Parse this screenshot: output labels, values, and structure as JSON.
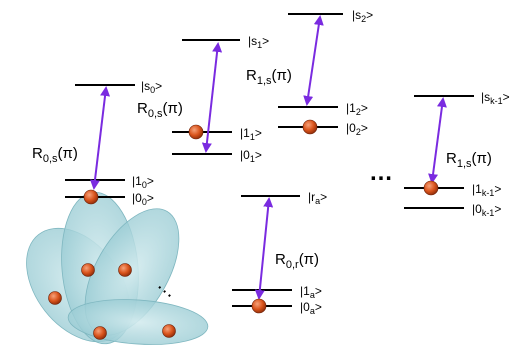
{
  "levels": {
    "s0": {
      "name": "s",
      "sub": "0"
    },
    "one0": {
      "name": "1",
      "sub": "0"
    },
    "zero0": {
      "name": "0",
      "sub": "0"
    },
    "s1": {
      "name": "s",
      "sub": "1"
    },
    "one1": {
      "name": "1",
      "sub": "1"
    },
    "zero1": {
      "name": "0",
      "sub": "1"
    },
    "s2": {
      "name": "s",
      "sub": "2"
    },
    "one2": {
      "name": "1",
      "sub": "2"
    },
    "zero2": {
      "name": "0",
      "sub": "2"
    },
    "ra": {
      "name": "r",
      "sub": "a"
    },
    "one_a": {
      "name": "1",
      "sub": "a"
    },
    "zero_a": {
      "name": "0",
      "sub": "a"
    },
    "sk1": {
      "name": "s",
      "sub": "k-1"
    },
    "one_k1": {
      "name": "1",
      "sub": "k-1"
    },
    "zero_k1": {
      "name": "0",
      "sub": "k-1"
    }
  },
  "operators": {
    "r0s_left": {
      "base": "R",
      "sub": "0,s",
      "arg": "(π)"
    },
    "r0s_mid": {
      "base": "R",
      "sub": "0,s",
      "arg": "(π)"
    },
    "r1s_mid": {
      "base": "R",
      "sub": "1,s",
      "arg": "(π)"
    },
    "r0r": {
      "base": "R",
      "sub": "0,r",
      "arg": "(π)"
    },
    "r1s_right": {
      "base": "R",
      "sub": "1,s",
      "arg": "(π)"
    }
  },
  "ellipsis": {
    "mid": "…",
    "right": "…"
  },
  "colors": {
    "arrow": "#7a2be0",
    "atom": "#d9541c",
    "cloud": "#9ccfd6",
    "line": "#000000"
  }
}
